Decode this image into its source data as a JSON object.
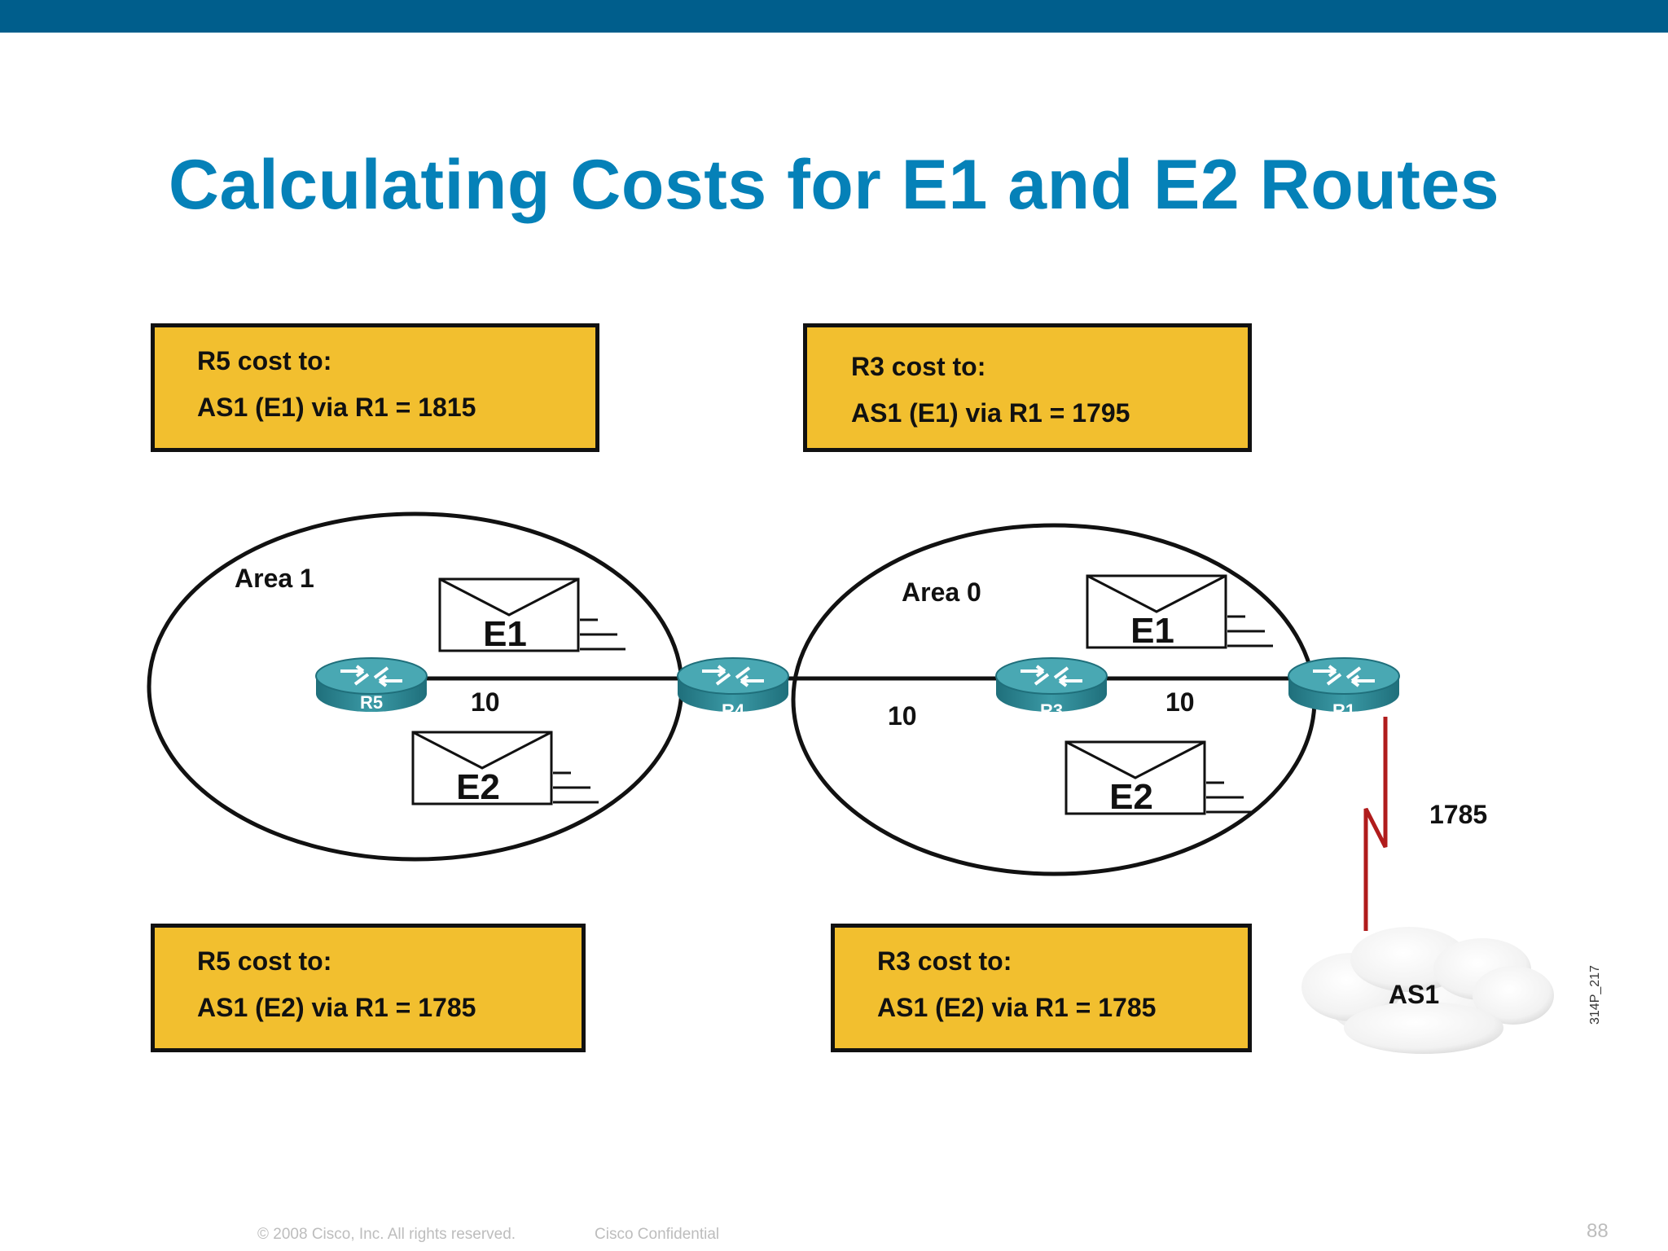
{
  "slide": {
    "title": "Calculating Costs for E1 and E2 Routes"
  },
  "cost_boxes": {
    "r5_e1": {
      "heading": "R5 cost to:",
      "detail": "AS1 (E1) via R1 = 1815"
    },
    "r3_e1": {
      "heading": "R3 cost to:",
      "detail": "AS1 (E1) via R1 = 1795"
    },
    "r5_e2": {
      "heading": "R5 cost to:",
      "detail": "AS1 (E2) via R1 = 1785"
    },
    "r3_e2": {
      "heading": "R3 cost to:",
      "detail": "AS1 (E2) via R1 = 1785"
    }
  },
  "areas": {
    "area1": "Area 1",
    "area0": "Area 0"
  },
  "routers": {
    "r5": "R5",
    "r4": "R4",
    "r3": "R3",
    "r1": "R1"
  },
  "links": {
    "r5_r4": "10",
    "r4_r3": "10",
    "r3_r1": "10",
    "r1_as1": "1785"
  },
  "lsa_envelopes": {
    "area1_e1": "E1",
    "area1_e2": "E2",
    "area0_e1": "E1",
    "area0_e2": "E2"
  },
  "external": {
    "as1": "AS1"
  },
  "figure_id": "314P_217",
  "footer": {
    "copyright": "© 2008 Cisco, Inc. All rights reserved.",
    "confidential": "Cisco Confidential",
    "page_number": "88"
  },
  "colors": {
    "top_bar": "#005e8c",
    "title": "#0581b8",
    "cost_box_fill": "#f2bf2f",
    "router": "#2e8b98",
    "serial_link": "#b01c1c"
  },
  "icons": {
    "router": "router-icon",
    "envelope": "envelope-icon",
    "cloud": "cloud-icon",
    "serial": "serial-link-icon"
  }
}
